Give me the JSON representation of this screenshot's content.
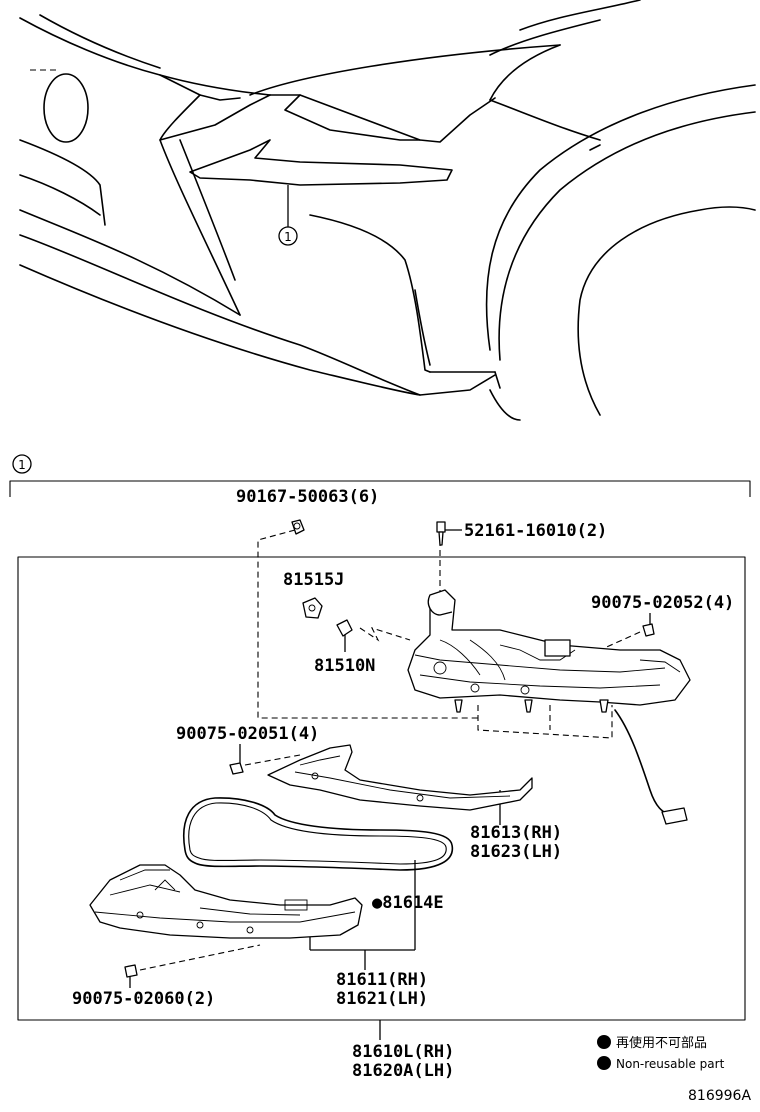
{
  "callout": {
    "marker": "1"
  },
  "section": {
    "marker": "1"
  },
  "parts": {
    "screw_top": "90167-50063(6)",
    "clip_top": "52161-16010(2)",
    "part_81515": "81515J",
    "part_81510": "81510N",
    "screw_right": "90075-02052(4)",
    "screw_left": "90075-02051(4)",
    "bracket_rh": "81613(RH)",
    "bracket_lh": "81623(LH)",
    "gasket": "●81614E",
    "lens_rh": "81611(RH)",
    "lens_lh": "81621(LH)",
    "screw_bottom": "90075-02060(2)",
    "assy_rh": "81610L(RH)",
    "assy_lh": "81620A(LH)"
  },
  "legend": {
    "line1": "再使用不可部品",
    "line2": "Non-reusable part"
  },
  "diagram_id": "816996A"
}
